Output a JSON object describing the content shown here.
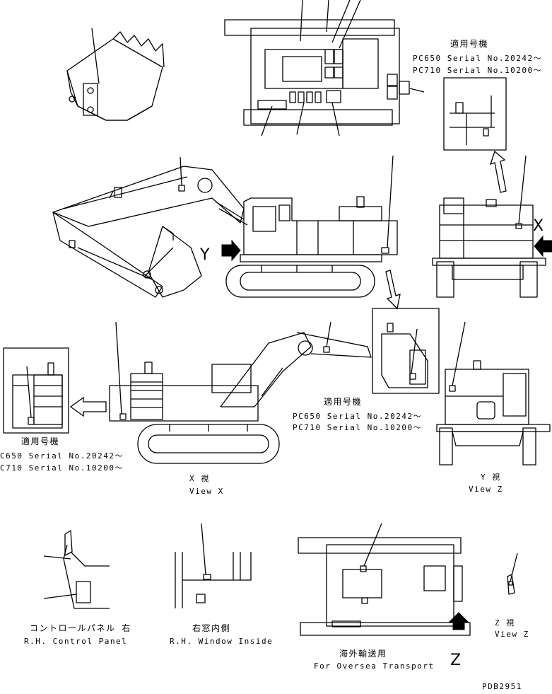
{
  "applicable_title": "適用号機",
  "serial_pc650": "PC650 Serial No.20242～",
  "serial_pc710": "PC710 Serial No.10200～",
  "serial_pc650_cut": "C650 Serial No.20242～",
  "serial_pc710_cut": "C710 Serial No.10200～",
  "letter_x": "X",
  "letter_y": "Y",
  "letter_z": "Z",
  "view_x_jp": "X 視",
  "view_x_en": "View X",
  "view_y_jp": "Y 視",
  "view_y_en": "View Z",
  "view_z_jp": "Z 視",
  "view_z_en": "View Z",
  "control_panel_jp": "コントロールパネル 右",
  "control_panel_en": "R.H. Control Panel",
  "window_jp": "右窓内側",
  "window_en": "R.H. Window Inside",
  "overseas_jp": "海外輸送用",
  "overseas_en": "For Oversea Transport",
  "drawing_no": "PDB2951"
}
